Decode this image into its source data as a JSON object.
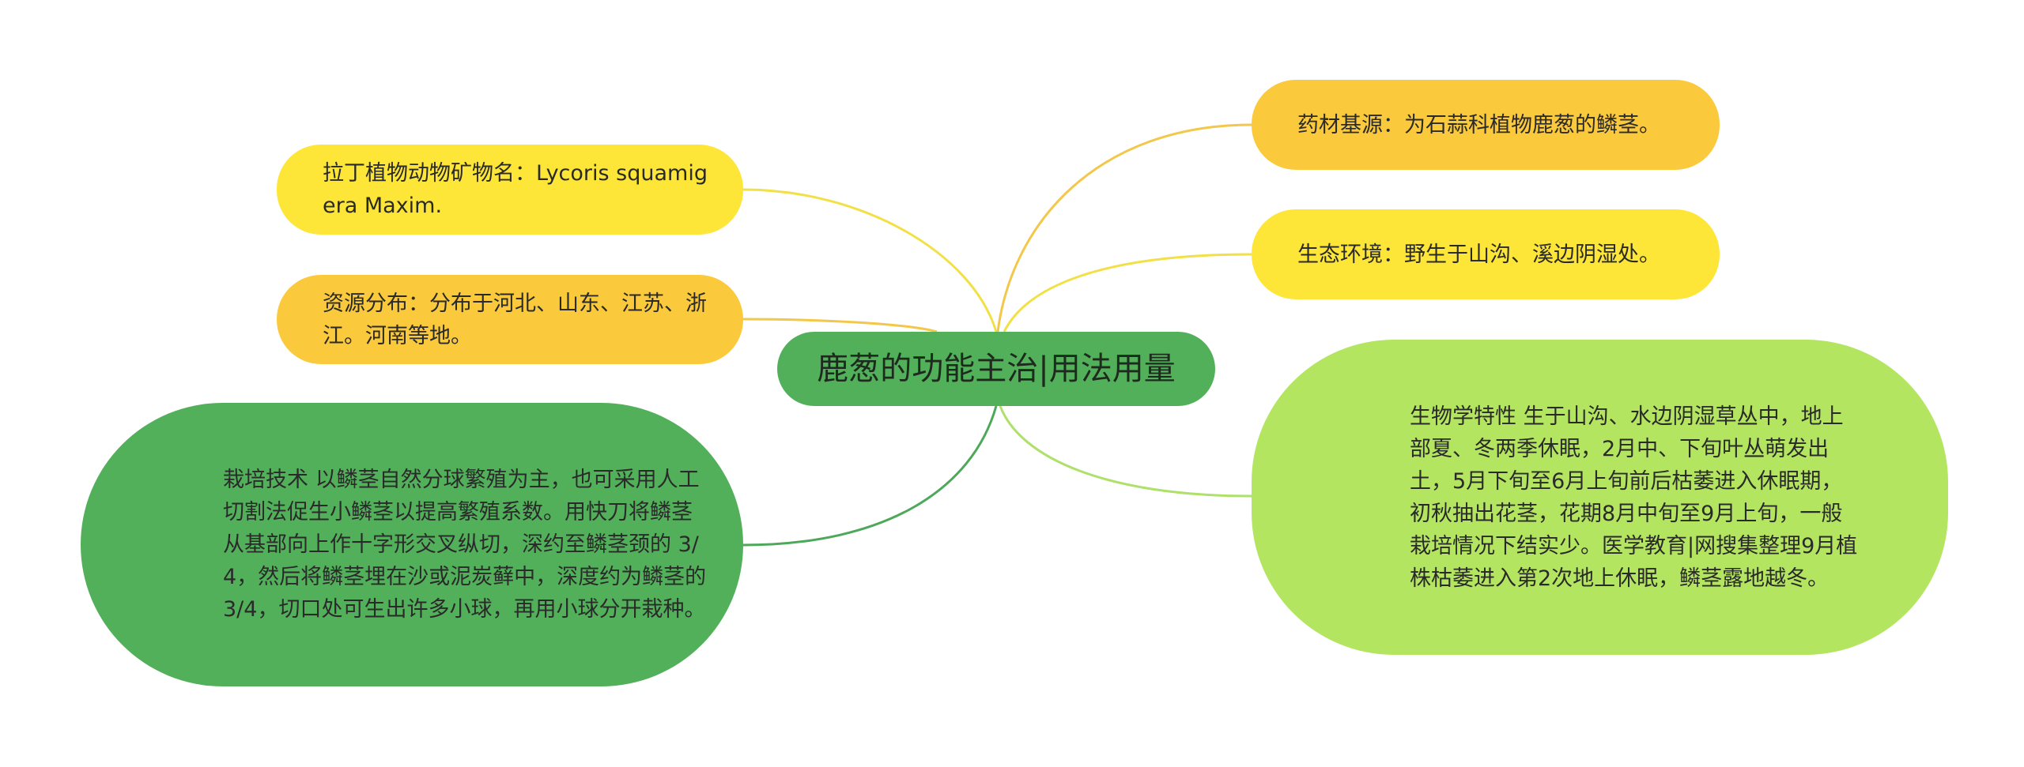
{
  "colors": {
    "central_fill": "#52b05a",
    "yellow": "#fde637",
    "orange": "#fbc93c",
    "dark_green": "#52b05a",
    "light_green": "#b4e561",
    "link_yellow": "#f2e047",
    "link_orange": "#f2c74a",
    "link_dark_green": "#4ea85a",
    "link_light_green": "#aee06a"
  },
  "central": {
    "title": "鹿葱的功能主治|用法用量"
  },
  "left": [
    {
      "text": "拉丁植物动物矿物名：Lycoris squamigera Maxim.",
      "color": "yellow"
    },
    {
      "text": "资源分布：分布于河北、山东、江苏、浙江。河南等地。",
      "color": "orange"
    },
    {
      "text": "栽培技术 以鳞茎自然分球繁殖为主，也可采用人工切割法促生小鳞茎以提高繁殖系数。用快刀将鳞茎从基部向上作十字形交叉纵切，深约至鳞茎颈的 3/4，然后将鳞茎埋在沙或泥炭藓中，深度约为鳞茎的3/4，切口处可生出许多小球，再用小球分开栽种。",
      "color": "dark_green"
    }
  ],
  "right": [
    {
      "text": "药材基源：为石蒜科植物鹿葱的鳞茎。",
      "color": "orange"
    },
    {
      "text": "生态环境：野生于山沟、溪边阴湿处。",
      "color": "yellow"
    },
    {
      "text": "生物学特性 生于山沟、水边阴湿草丛中，地上部夏、冬两季休眠，2月中、下旬叶丛萌发出土，5月下旬至6月上旬前后枯萎进入休眠期，初秋抽出花茎，花期8月中旬至9月上旬，一般栽培情况下结实少。医学教育|网搜集整理9月植株枯萎进入第2次地上休眠，鳞茎露地越冬。",
      "color": "light_green"
    }
  ]
}
